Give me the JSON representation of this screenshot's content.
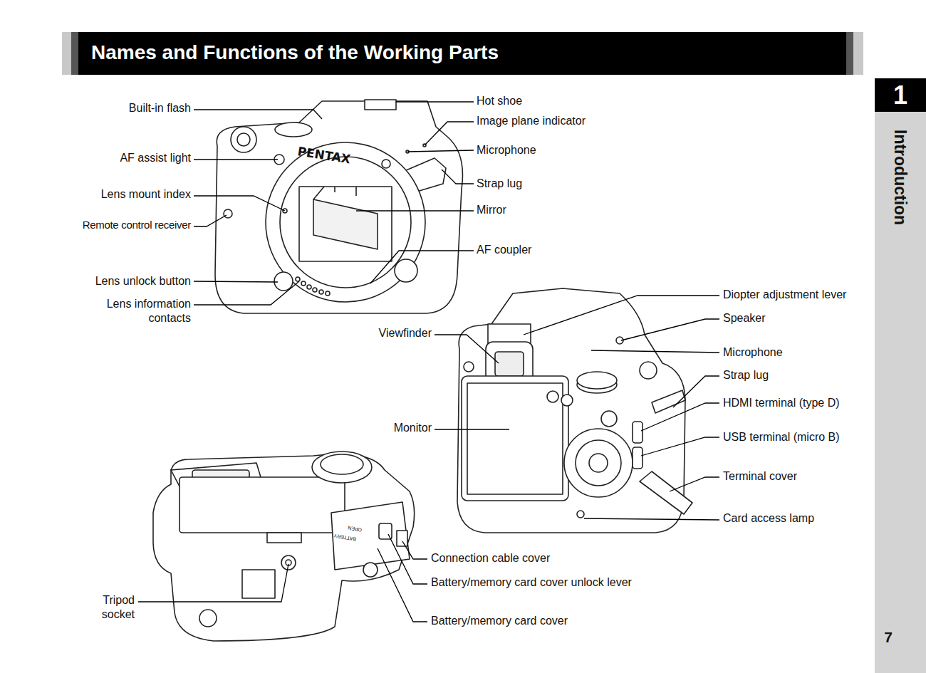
{
  "diagram": {
    "title": "Names and Functions of the Working Parts",
    "nodes": [
      {
        "text": [
          "Introduction",
          "7"
        ]
      },
      {
        "text": [
          "1"
        ],
        "in": 0
      }
    ],
    "labels": [
      "Built-in flash",
      "AF assist light",
      "Lens mount index",
      "Remote control receiver",
      "Lens unlock button",
      "Lens information contacts",
      "Hot shoe",
      "Image plane indicator",
      "Microphone",
      "Strap lug",
      "Mirror",
      "AF coupler",
      "Diopter adjustment lever",
      "Speaker",
      "Microphone",
      "Strap lug",
      "HDMI terminal (type D)",
      "USB terminal (micro B)",
      "Terminal cover",
      "Card access lamp",
      "Viewfinder",
      "Monitor",
      "Connection cable cover",
      "Battery/memory card cover unlock lever",
      "Battery/memory card cover",
      "Tripod socket",
      "PENTAX",
      "OPEN",
      "BATTERY"
    ]
  }
}
